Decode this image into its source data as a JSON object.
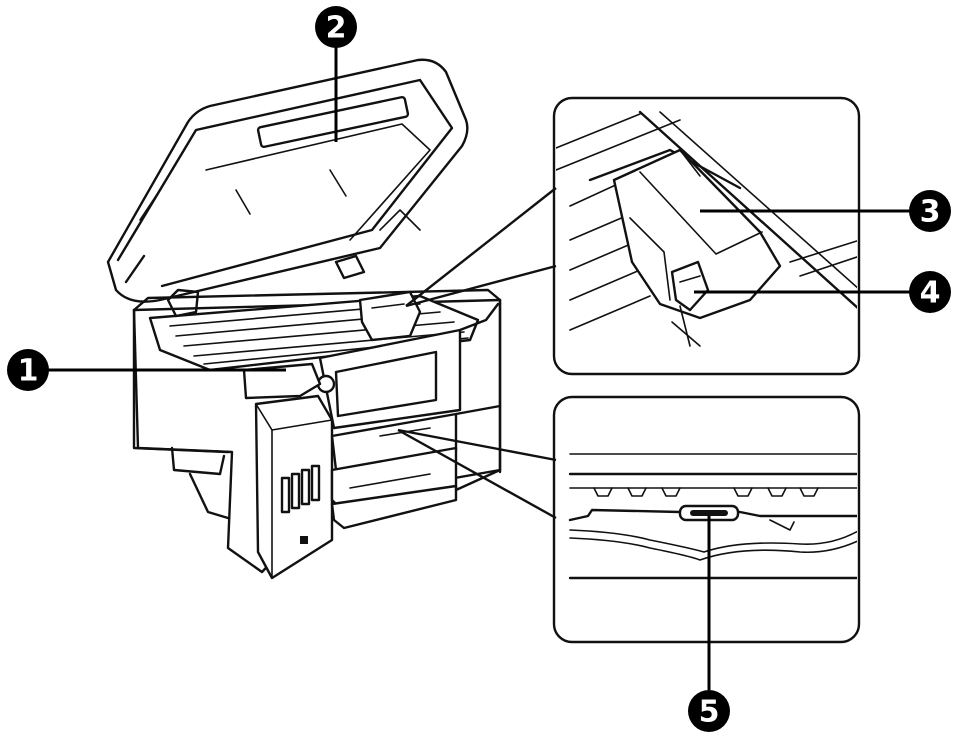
{
  "callouts": [
    {
      "id": "1",
      "label": "1"
    },
    {
      "id": "2",
      "label": "2"
    },
    {
      "id": "3",
      "label": "3"
    },
    {
      "id": "4",
      "label": "4"
    },
    {
      "id": "5",
      "label": "5"
    }
  ],
  "colors": {
    "ink": "#111111",
    "background": "#ffffff",
    "callout_fill": "#000000",
    "callout_text": "#ffffff"
  }
}
